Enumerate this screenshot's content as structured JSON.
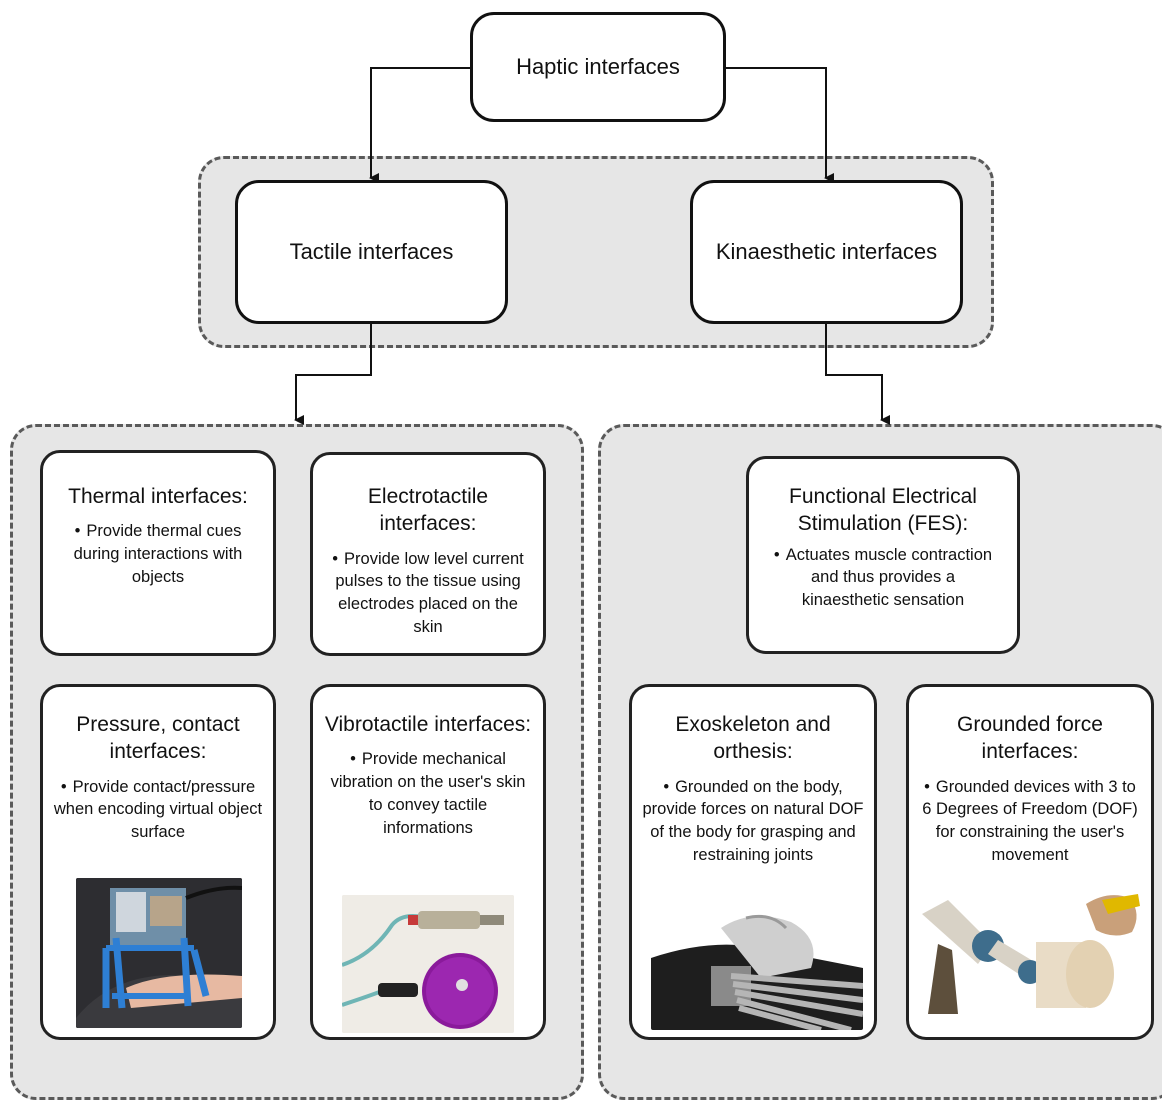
{
  "root": {
    "title": "Haptic interfaces"
  },
  "level1": {
    "tactile": {
      "title": "Tactile interfaces"
    },
    "kinaesthetic": {
      "title": "Kinaesthetic interfaces"
    }
  },
  "tactile_cards": [
    {
      "title": "Thermal interfaces:",
      "bullet": "Provide thermal cues during interactions with objects"
    },
    {
      "title": "Electrotactile interfaces:",
      "bullet": "Provide low level current pulses to the tissue using electrodes placed on the skin"
    },
    {
      "title": "Pressure, contact interfaces:",
      "bullet": "Provide contact/pressure when encoding virtual object surface",
      "image": "glove-device-photo"
    },
    {
      "title": "Vibrotactile interfaces:",
      "bullet": "Provide mechanical vibration on the user's skin to convey tactile informations",
      "image": "vibrotactile-actuator-photo"
    }
  ],
  "kinaesthetic_cards": [
    {
      "title": "Functional Electrical Stimulation (FES):",
      "bullet": "Actuates muscle contraction and thus provides a kinaesthetic sensation"
    },
    {
      "title": "Exoskeleton and orthesis:",
      "bullet": "Grounded on the body, provide forces on natural DOF of the body for grasping and restraining joints",
      "image": "hand-exoskeleton-render"
    },
    {
      "title": "Grounded force interfaces:",
      "bullet": "Grounded devices with 3 to 6 Degrees of Freedom (DOF) for constraining the user's movement",
      "image": "robot-arm-photo"
    }
  ],
  "bullet_symbol": "•"
}
